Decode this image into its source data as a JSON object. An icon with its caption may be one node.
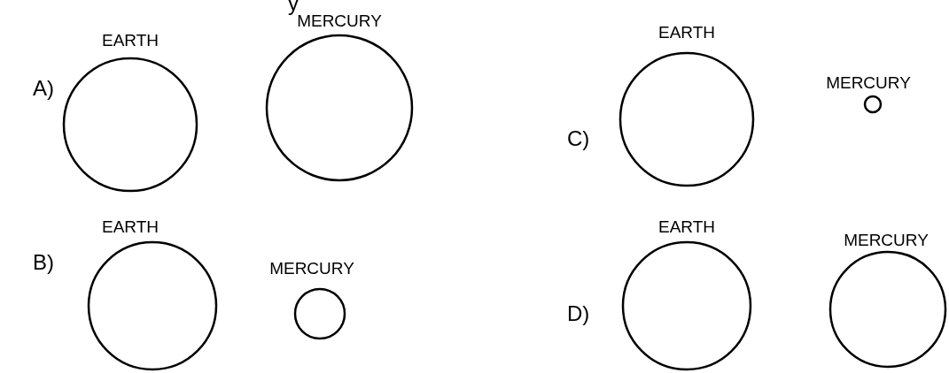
{
  "diagram": {
    "nodes": [
      {
        "text": [
          "EARTH"
        ]
      },
      {
        "text": [
          "MERCURY"
        ]
      },
      {
        "text": [
          "EARTH"
        ]
      },
      {
        "text": [
          "MERCURY"
        ]
      },
      {
        "text": [
          "EARTH"
        ]
      },
      {
        "text": [
          "MERCURY"
        ]
      },
      {
        "text": [
          "EARTH"
        ]
      },
      {
        "text": [
          "MERCURY"
        ]
      }
    ],
    "labels": [
      "y",
      "A)",
      "C)",
      "B)",
      "D)"
    ]
  }
}
